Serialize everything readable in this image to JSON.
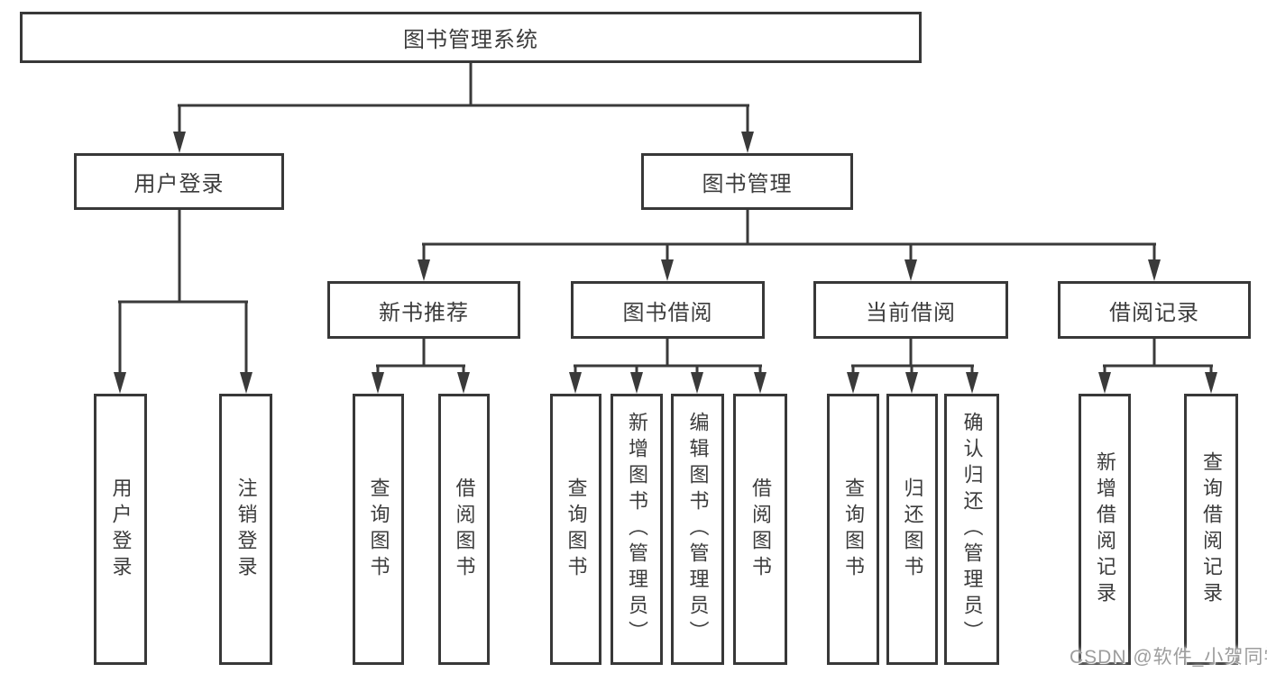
{
  "colors": {
    "line": "#3a3a3a",
    "box_border": "#383838",
    "box_background": "#ffffff",
    "text": "#3c3c3c",
    "watermark": "#9d9d9d"
  },
  "diagram": {
    "title": "图书管理系统",
    "root": {
      "label": "图书管理系统"
    },
    "level2": [
      {
        "label": "用户登录"
      },
      {
        "label": "图书管理"
      }
    ],
    "level3": [
      {
        "label": "新书推荐",
        "parent": "图书管理"
      },
      {
        "label": "图书借阅",
        "parent": "图书管理"
      },
      {
        "label": "当前借阅",
        "parent": "图书管理"
      },
      {
        "label": "借阅记录",
        "parent": "图书管理"
      }
    ],
    "level4": [
      {
        "label": "用户登录",
        "parent": "用户登录"
      },
      {
        "label": "注销登录",
        "parent": "用户登录"
      },
      {
        "label": "查询图书",
        "parent": "新书推荐"
      },
      {
        "label": "借阅图书",
        "parent": "新书推荐"
      },
      {
        "label": "查询图书",
        "parent": "图书借阅"
      },
      {
        "label": "新增图书（管理员）",
        "parent": "图书借阅"
      },
      {
        "label": "编辑图书（管理员）",
        "parent": "图书借阅"
      },
      {
        "label": "借阅图书",
        "parent": "图书借阅"
      },
      {
        "label": "查询图书",
        "parent": "当前借阅"
      },
      {
        "label": "归还图书",
        "parent": "当前借阅"
      },
      {
        "label": "确认归还（管理员）",
        "parent": "当前借阅"
      },
      {
        "label": "新增借阅记录",
        "parent": "借阅记录"
      },
      {
        "label": "查询借阅记录",
        "parent": "借阅记录"
      }
    ]
  },
  "watermark": {
    "text": "CSDN @软件_小贺同学"
  }
}
